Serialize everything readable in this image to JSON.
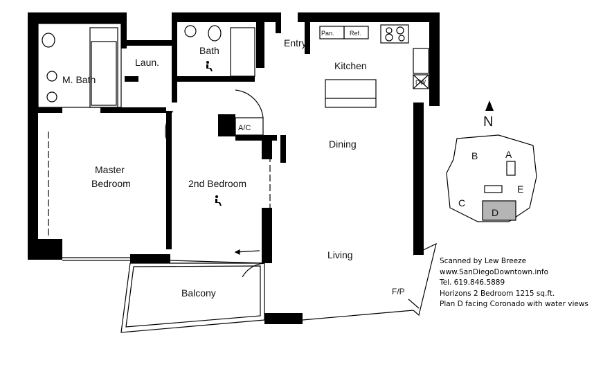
{
  "rooms": {
    "master_bath": "M. Bath",
    "laundry": "Laun.",
    "bath": "Bath",
    "entry": "Entry",
    "kitchen": "Kitchen",
    "dining": "Dining",
    "master_bedroom_line1": "Master",
    "master_bedroom_line2": "Bedroom",
    "second_bedroom": "2nd Bedroom",
    "living": "Living",
    "balcony": "Balcony"
  },
  "fixtures": {
    "pantry": "Pan.",
    "refrigerator": "Ref.",
    "dishwasher": "DW",
    "air_conditioner": "A/C",
    "fireplace": "F/P"
  },
  "north_label": "N",
  "site_plan": {
    "units": [
      "A",
      "B",
      "C",
      "D",
      "E"
    ],
    "highlighted": "D",
    "highlight_color": "#b5b5b5"
  },
  "credits": [
    "Scanned by Lew Breeze",
    "www.SanDiegoDowntown.info",
    "Tel. 619.846.5889",
    "Horizons 2 Bedroom 1215 sq.ft.",
    "Plan D facing Coronado with water views"
  ]
}
